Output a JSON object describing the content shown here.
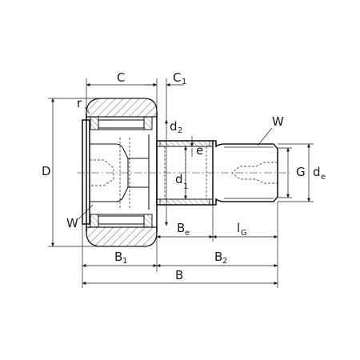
{
  "labels": {
    "C": "C",
    "C1": "C",
    "C1_sub": "1",
    "r": "r",
    "d2": "d",
    "d2_sub": "2",
    "W_top": "W",
    "W_bottom": "W",
    "D": "D",
    "e": "e",
    "d1": "d",
    "d1_sub": "1",
    "G": "G",
    "de": "d",
    "de_sub": "e",
    "Be": "B",
    "Be_sub": "e",
    "lG": "l",
    "lG_sub": "G",
    "B1": "B",
    "B1_sub": "1",
    "B2": "B",
    "B2_sub": "2",
    "B": "B"
  }
}
